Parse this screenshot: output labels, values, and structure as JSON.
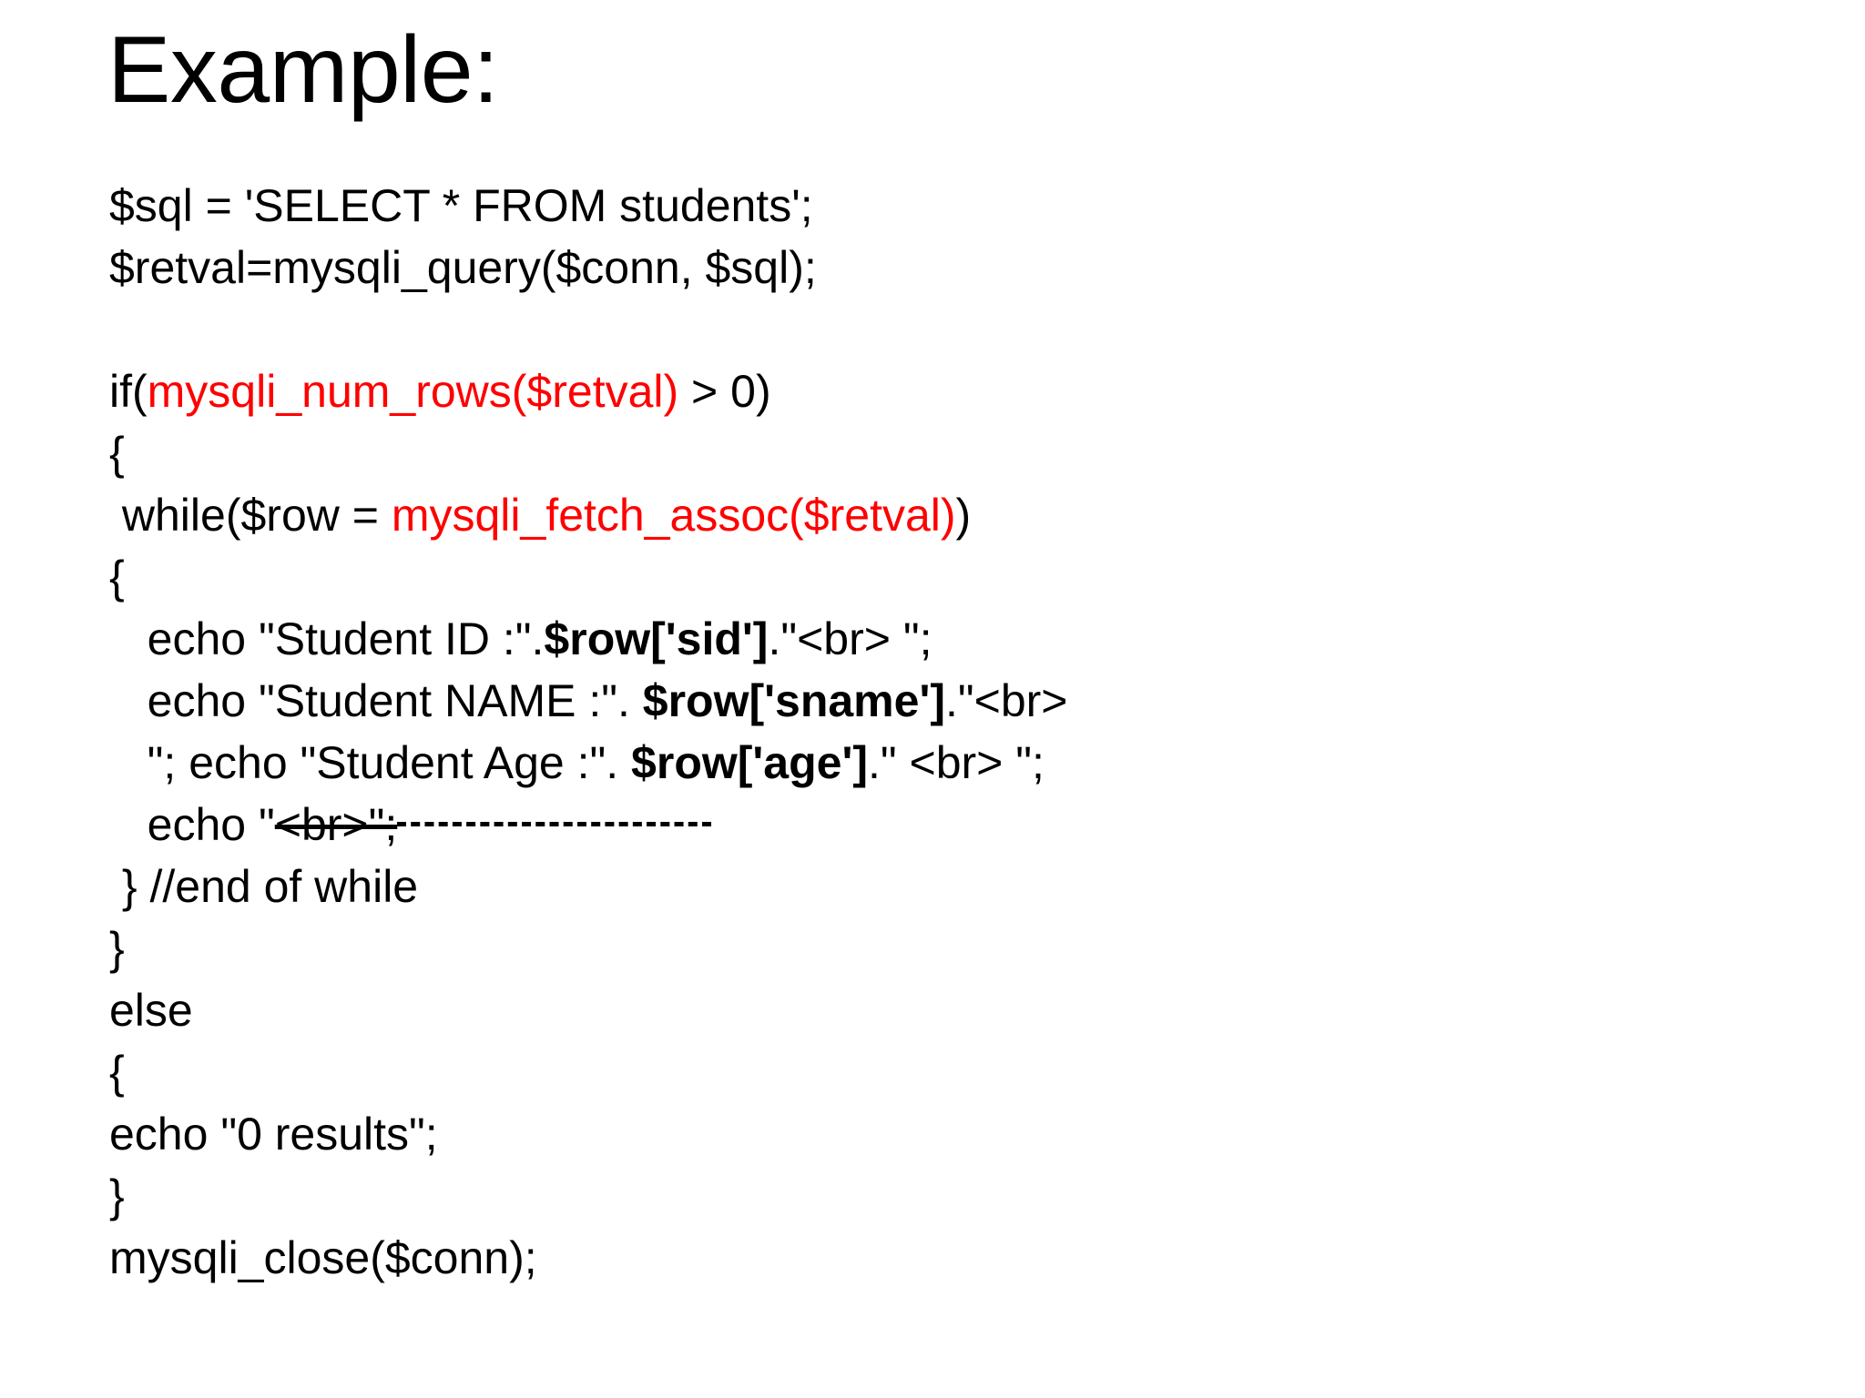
{
  "slide": {
    "title": "Example:",
    "accent_color": "#ff0000",
    "text_color": "#000000",
    "background_color": "#ffffff"
  },
  "code": {
    "lines": [
      {
        "id": "line-sql-assign",
        "segments": [
          {
            "text": "$sql = 'SELECT * FROM students';",
            "style": "plain"
          }
        ]
      },
      {
        "id": "line-retval-assign",
        "segments": [
          {
            "text": "$retval=mysqli_query($conn, $sql);",
            "style": "plain"
          }
        ]
      },
      {
        "id": "line-blank-1",
        "segments": [
          {
            "text": "",
            "style": "plain"
          }
        ]
      },
      {
        "id": "line-if-num-rows",
        "segments": [
          {
            "text": "if(",
            "style": "plain"
          },
          {
            "text": "mysqli_num_rows($retval)",
            "style": "red"
          },
          {
            "text": " > 0)",
            "style": "plain"
          }
        ]
      },
      {
        "id": "line-open-brace-1",
        "segments": [
          {
            "text": "{",
            "style": "plain"
          }
        ]
      },
      {
        "id": "line-while-fetch",
        "segments": [
          {
            "text": " while($row = ",
            "style": "plain"
          },
          {
            "text": "mysqli_fetch_assoc($retval)",
            "style": "red"
          },
          {
            "text": ")",
            "style": "plain"
          }
        ]
      },
      {
        "id": "line-open-brace-2",
        "segments": [
          {
            "text": "{",
            "style": "plain"
          }
        ]
      },
      {
        "id": "line-echo-sid",
        "segments": [
          {
            "text": "   echo \"Student ID :\".",
            "style": "plain"
          },
          {
            "text": "$row['sid']",
            "style": "bold"
          },
          {
            "text": ".\"<br> \";",
            "style": "plain"
          }
        ]
      },
      {
        "id": "line-echo-sname",
        "segments": [
          {
            "text": "   echo \"Student NAME :\". ",
            "style": "plain"
          },
          {
            "text": "$row['sname']",
            "style": "bold"
          },
          {
            "text": ".\"<br>",
            "style": "plain"
          }
        ]
      },
      {
        "id": "line-echo-age",
        "segments": [
          {
            "text": "   \"; echo \"Student Age :\". ",
            "style": "plain"
          },
          {
            "text": "$row['age']",
            "style": "bold"
          },
          {
            "text": ".\" <br> \";",
            "style": "plain"
          }
        ]
      },
      {
        "id": "line-echo-br-struck",
        "segments": [
          {
            "text": "   echo \"",
            "style": "plain"
          },
          {
            "text": "<br>\";",
            "style": "struck"
          },
          {
            "text": "",
            "style": "dash-rule"
          }
        ]
      },
      {
        "id": "line-end-while",
        "segments": [
          {
            "text": " } //end of while",
            "style": "plain"
          }
        ]
      },
      {
        "id": "line-close-brace-1",
        "segments": [
          {
            "text": "}",
            "style": "plain"
          }
        ]
      },
      {
        "id": "line-else",
        "segments": [
          {
            "text": "else",
            "style": "plain"
          }
        ]
      },
      {
        "id": "line-open-brace-3",
        "segments": [
          {
            "text": "{",
            "style": "plain"
          }
        ]
      },
      {
        "id": "line-echo-zero-results",
        "segments": [
          {
            "text": "echo \"0 results\";",
            "style": "plain"
          }
        ]
      },
      {
        "id": "line-close-brace-2",
        "segments": [
          {
            "text": "}",
            "style": "plain"
          }
        ]
      },
      {
        "id": "line-mysqli-close",
        "segments": [
          {
            "text": "mysqli_close($conn);",
            "style": "plain"
          }
        ]
      }
    ]
  }
}
